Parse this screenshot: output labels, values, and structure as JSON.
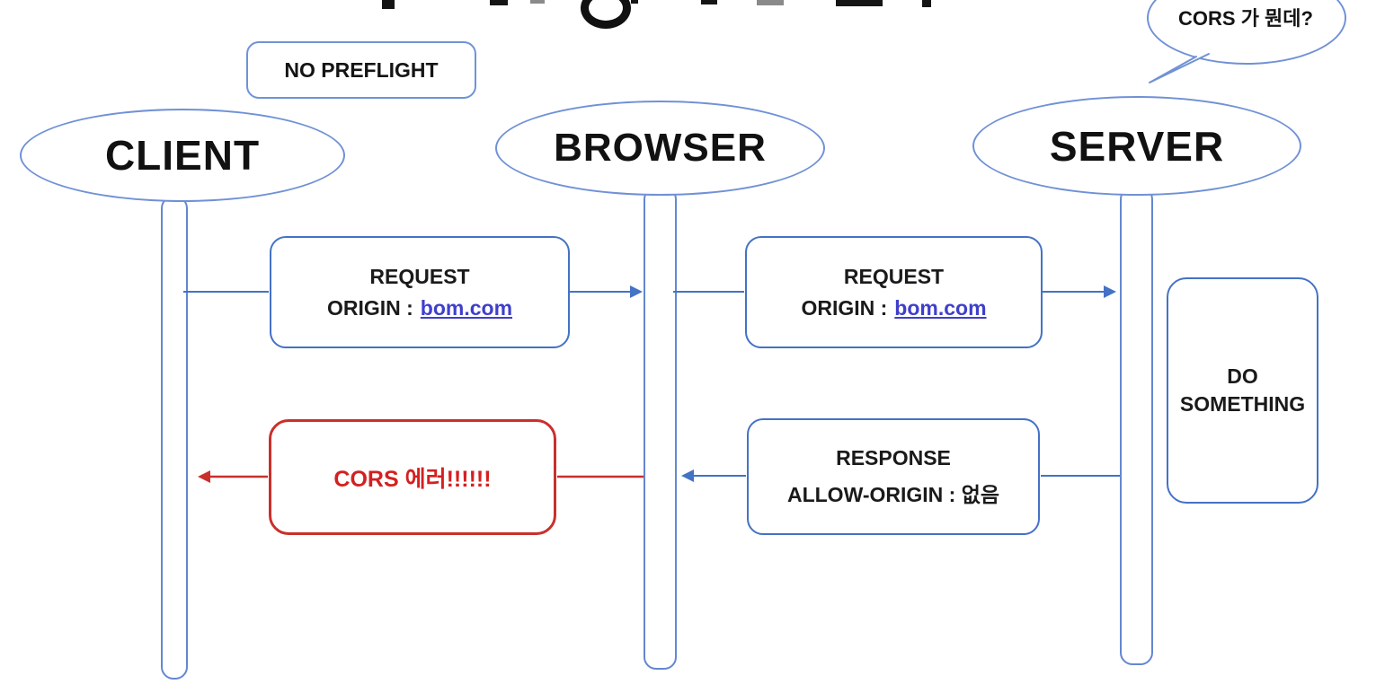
{
  "palette": {
    "shape_blue": "#7091d6",
    "accent_blue": "#4472c4",
    "error_red": "#c9302c",
    "error_text_red": "#d42020",
    "link_blue": "#3f3fcc"
  },
  "annotations": {
    "no_preflight": "NO PREFLIGHT"
  },
  "speech_bubble": {
    "text": "CORS 가 뭔데?"
  },
  "actors": {
    "client": {
      "label": "CLIENT"
    },
    "browser": {
      "label": "BROWSER"
    },
    "server": {
      "label": "SERVER"
    }
  },
  "messages": {
    "request_client_to_browser": {
      "title": "REQUEST",
      "origin_label": "ORIGIN :",
      "origin_value": "bom.com"
    },
    "request_browser_to_server": {
      "title": "REQUEST",
      "origin_label": "ORIGIN :",
      "origin_value": "bom.com"
    },
    "response_server_to_browser": {
      "title": "RESPONSE",
      "detail": "ALLOW-ORIGIN : 없음"
    },
    "cors_error_browser_to_client": {
      "label": "CORS 에러!!!!!!"
    }
  },
  "server_action": {
    "line1": "DO",
    "line2": "SOMETHING"
  }
}
